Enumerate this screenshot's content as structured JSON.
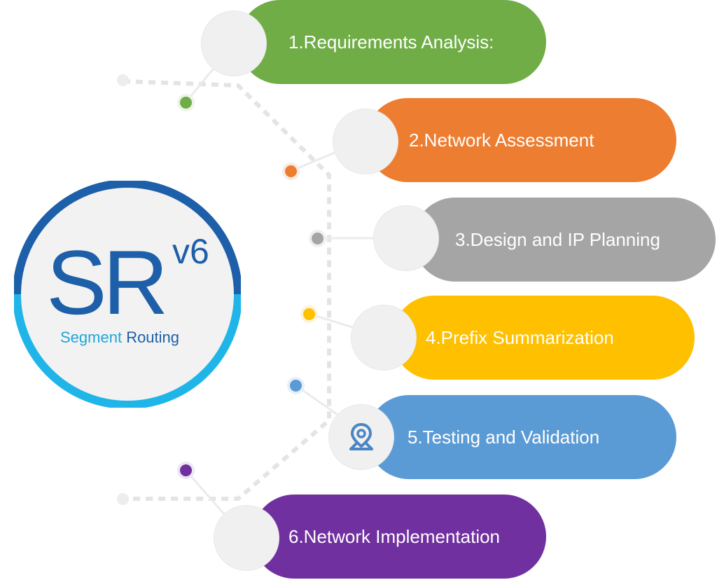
{
  "logo": {
    "s": "S",
    "r": "R",
    "superscript": "v6",
    "tagline_part1": "Segment",
    "tagline_part2": "Routing"
  },
  "steps": [
    {
      "label": "1.Requirements Analysis:",
      "color": "#70ad47"
    },
    {
      "label": "2.Network Assessment",
      "color": "#ed7d31"
    },
    {
      "label": "3.Design and IP Planning",
      "color": "#a5a5a5"
    },
    {
      "label": "4.Prefix Summarization",
      "color": "#ffc000"
    },
    {
      "label": "5.Testing and Validation",
      "color": "#5b9bd5",
      "icon": "location-pin-icon"
    },
    {
      "label": "6.Network Implementation",
      "color": "#7030a0"
    }
  ],
  "colors": {
    "logo_dark_blue": "#1d5fa8",
    "logo_light_blue": "#1fa7d9",
    "connector_gray": "#e4e4e4"
  }
}
